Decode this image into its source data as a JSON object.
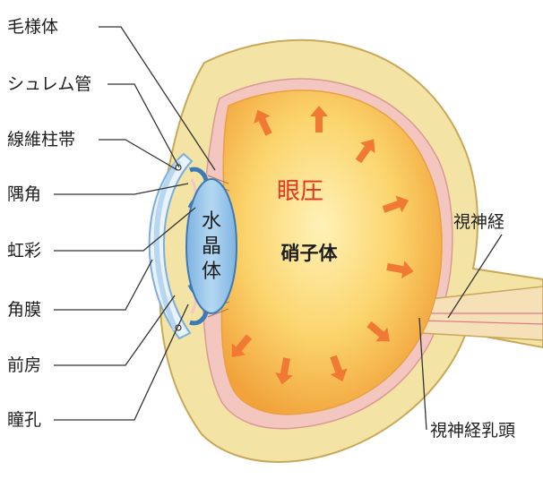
{
  "labels": {
    "ciliary_body": "毛様体",
    "schlemm_canal": "シュレム管",
    "zonule": "線維柱帯",
    "angle": "隅角",
    "iris": "虹彩",
    "cornea": "角膜",
    "anterior_chamber": "前房",
    "pupil": "瞳孔",
    "optic_nerve": "視神経",
    "optic_disc": "視神経乳頭",
    "iop": "眼圧",
    "vitreous": "硝子体",
    "lens_chars": [
      "水",
      "晶",
      "体"
    ]
  },
  "colors": {
    "sclera": "#f3e3a4",
    "sclera_edge": "#c9a85a",
    "pink_layer": "#f4c6c0",
    "vitreous_inner": "#fde9a0",
    "vitreous_outer": "#f6b24a",
    "lens_fill": "#9cc9ea",
    "lens_edge": "#3b7ab8",
    "cornea_fill": "#e8f3fb",
    "arrows": "#f07a34",
    "iop_text": "#e8331f"
  }
}
